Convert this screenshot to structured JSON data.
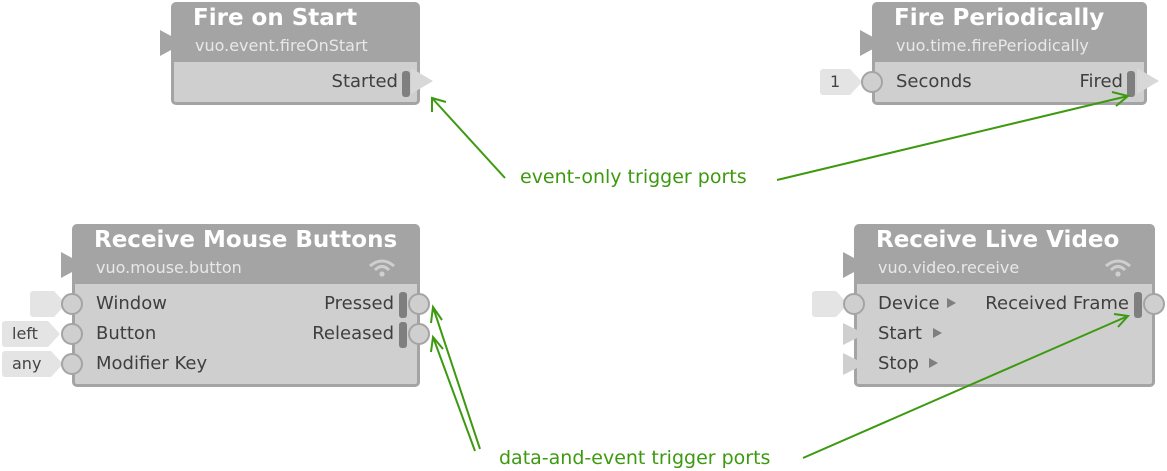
{
  "nodes": {
    "fire_on_start": {
      "title": "Fire on Start",
      "class_name": "vuo.event.fireOnStart",
      "outputs": [
        "Started"
      ]
    },
    "fire_periodically": {
      "title": "Fire Periodically",
      "class_name": "vuo.time.firePeriodically",
      "inputs": [
        "Seconds"
      ],
      "input_values": [
        "1"
      ],
      "outputs": [
        "Fired"
      ]
    },
    "receive_mouse_buttons": {
      "title": "Receive Mouse Buttons",
      "class_name": "vuo.mouse.button",
      "inputs": [
        "Window",
        "Button",
        "Modifier Key"
      ],
      "input_values": [
        "",
        "left",
        "any"
      ],
      "outputs": [
        "Pressed",
        "Released"
      ]
    },
    "receive_live_video": {
      "title": "Receive Live Video",
      "class_name": "vuo.video.receive",
      "inputs": [
        "Device",
        "Start",
        "Stop"
      ],
      "outputs": [
        "Received Frame"
      ]
    }
  },
  "annotations": {
    "event_only": "event-only trigger ports",
    "data_and_event": "data-and-event trigger ports"
  },
  "colors": {
    "node_title": "#a4a4a4",
    "node_body": "#cfcfcf",
    "annotation": "#3d9a10"
  }
}
